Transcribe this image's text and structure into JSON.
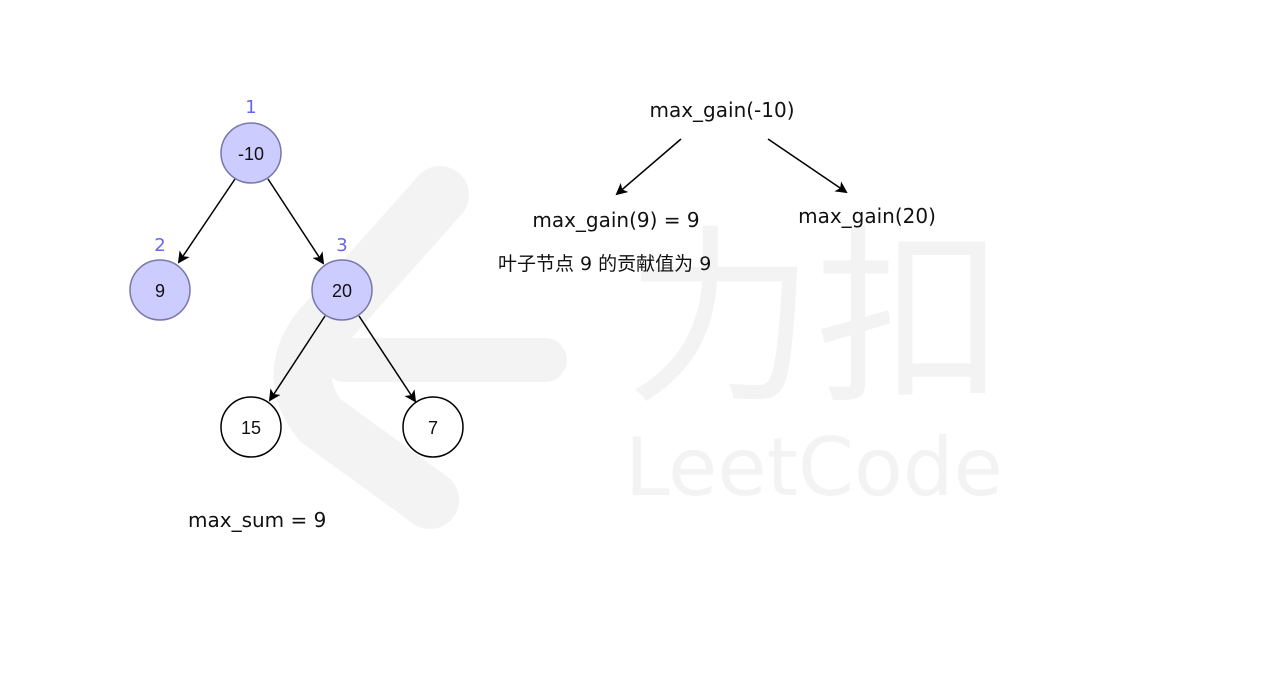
{
  "watermark": {
    "brand_cn": "力扣",
    "brand_en": "LeetCode",
    "color": "#f3f3f3"
  },
  "colors": {
    "highlight_fill": "#ccccff",
    "highlight_stroke": "#7777aa",
    "plain_fill": "#ffffff",
    "plain_stroke": "#000000",
    "index_label": "#6666ee",
    "edge": "#000000"
  },
  "tree": {
    "nodes": [
      {
        "id": "n1",
        "value": "-10",
        "index": "1",
        "highlighted": true
      },
      {
        "id": "n2",
        "value": "9",
        "index": "2",
        "highlighted": true
      },
      {
        "id": "n3",
        "value": "20",
        "index": "3",
        "highlighted": true
      },
      {
        "id": "n4",
        "value": "15",
        "index": "",
        "highlighted": false
      },
      {
        "id": "n5",
        "value": "7",
        "index": "",
        "highlighted": false
      }
    ],
    "edges": [
      {
        "from": "-10",
        "to": "9"
      },
      {
        "from": "-10",
        "to": "20"
      },
      {
        "from": "20",
        "to": "15"
      },
      {
        "from": "20",
        "to": "7"
      }
    ]
  },
  "status": {
    "max_sum": "max_sum = 9"
  },
  "recursion": {
    "root": "max_gain(-10)",
    "left": "max_gain(9) = 9",
    "right": "max_gain(20)",
    "note": "叶子节点 9 的贡献值为 9"
  }
}
